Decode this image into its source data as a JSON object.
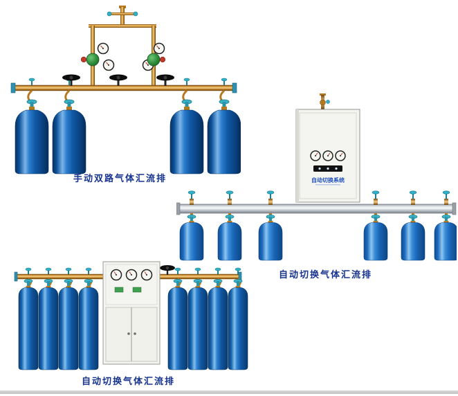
{
  "page": {
    "background": "#ffffff",
    "caption_color": "#16338f"
  },
  "figures": {
    "manual_dual": {
      "caption": "手动双路气体汇流排"
    },
    "auto_switch_a": {
      "caption": "自动切换气体汇流排",
      "cabinet_label": "自动切换系统"
    },
    "auto_switch_b": {
      "caption": "自动切换气体汇流排"
    }
  },
  "colors": {
    "brass": "#c8862c",
    "brass_dark": "#8a5a14",
    "cylinder_blue_dark": "#0d4e9b",
    "cylinder_blue_bright": "#2f86d9",
    "valve_teal": "#2fa8bd",
    "cabinet_gray": "#f3f3ef",
    "manifold_silver": "#c7ccd3",
    "handwheel_black": "#141414",
    "gauge_face": "#f5f5f2",
    "regulator_green": "#2e8b3a"
  }
}
